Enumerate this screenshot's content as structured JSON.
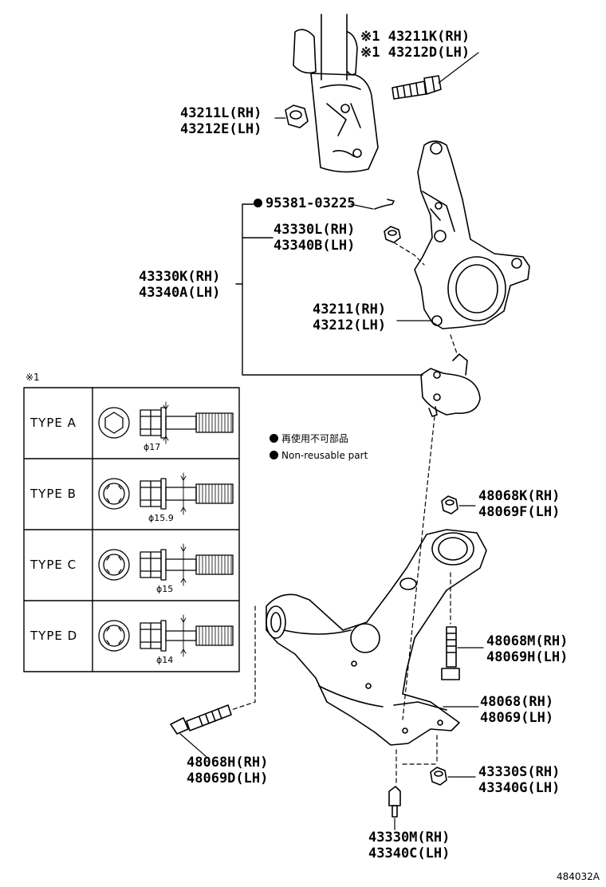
{
  "callouts": [
    {
      "id": "strut-bolt",
      "rh": "※1 43211K(RH)",
      "lh": "※1 43212D(LH)"
    },
    {
      "id": "strut-nut",
      "rh": "43211L(RH)",
      "lh": "43212E(LH)"
    },
    {
      "id": "cotter-pin",
      "text": "95381-03225"
    },
    {
      "id": "knuckle-nut",
      "rh": "43330L(RH)",
      "lh": "43340B(LH)"
    },
    {
      "id": "ball-joint-assy",
      "rh": "43330K(RH)",
      "lh": "43340A(LH)"
    },
    {
      "id": "steering-knuckle",
      "rh": "43211(RH)",
      "lh": "43212(LH)"
    },
    {
      "id": "arm-nut",
      "rh": "48068K(RH)",
      "lh": "48069F(LH)"
    },
    {
      "id": "arm-rear-bolt",
      "rh": "48068M(RH)",
      "lh": "48069H(LH)"
    },
    {
      "id": "lower-arm",
      "rh": "48068(RH)",
      "lh": "48069(LH)"
    },
    {
      "id": "arm-front-bolt",
      "rh": "48068H(RH)",
      "lh": "48069D(LH)"
    },
    {
      "id": "ball-joint-nut",
      "rh": "43330S(RH)",
      "lh": "43340G(LH)"
    },
    {
      "id": "ball-joint-bolt",
      "rh": "43330M(RH)",
      "lh": "43340C(LH)"
    }
  ],
  "legend": {
    "mark_title": "※1",
    "non_reusable_jp": "再使用不可部品",
    "non_reusable_en": "Non-reusable part"
  },
  "types": [
    {
      "name": "TYPE A",
      "dia": "ϕ17"
    },
    {
      "name": "TYPE B",
      "dia": "ϕ15.9"
    },
    {
      "name": "TYPE C",
      "dia": "ϕ15"
    },
    {
      "name": "TYPE D",
      "dia": "ϕ14"
    }
  ],
  "figure_id": "484032A"
}
